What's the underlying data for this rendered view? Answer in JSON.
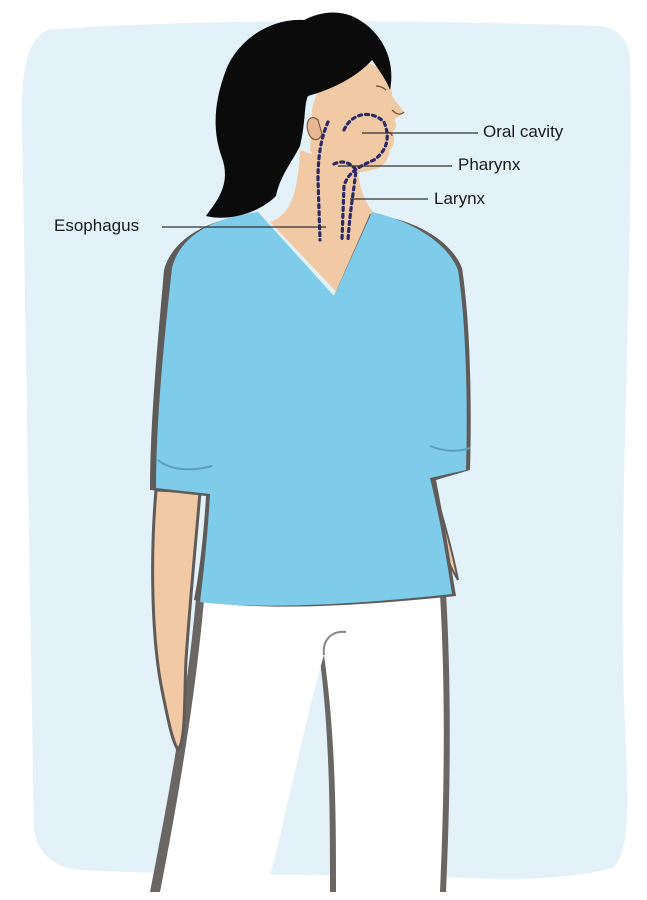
{
  "diagram": {
    "labels": {
      "oral_cavity": "Oral cavity",
      "pharynx": "Pharynx",
      "larynx": "Larynx",
      "esophagus": "Esophagus"
    },
    "colors": {
      "background_panel": "#e3f1f8",
      "hair": "#0b0b0b",
      "skin": "#f1c9a5",
      "shirt": "#7ecbea",
      "pants": "#ffffff",
      "outline_shadow": "#5f5b58",
      "tract_dots": "#2c2a66",
      "leader_line": "#333333"
    }
  }
}
